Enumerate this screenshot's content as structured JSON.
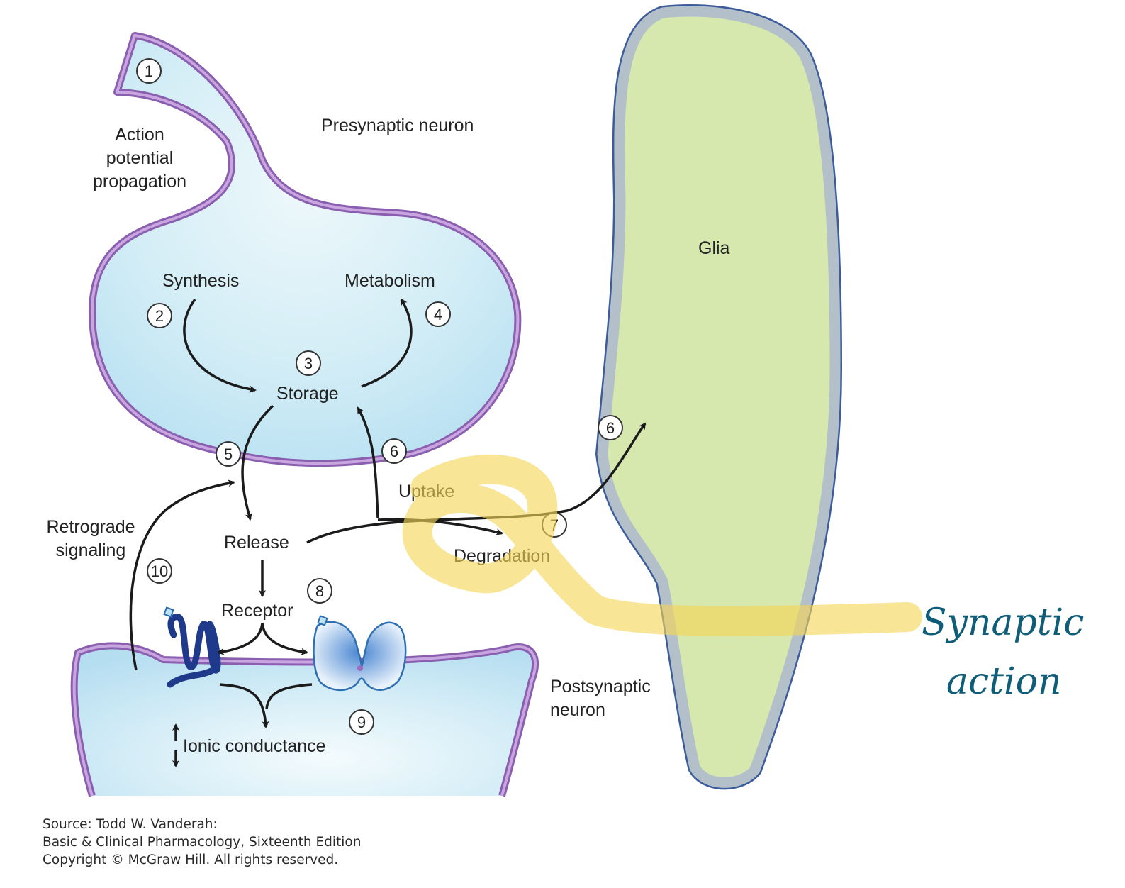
{
  "labels": {
    "presynaptic": "Presynaptic neuron",
    "action_potential": [
      "Action",
      "potential",
      "propagation"
    ],
    "synthesis": "Synthesis",
    "metabolism": "Metabolism",
    "storage": "Storage",
    "glia": "Glia",
    "uptake": "Uptake",
    "release": "Release",
    "degradation": "Degradation",
    "retrograde": [
      "Retrograde",
      "signaling"
    ],
    "receptor": "Receptor",
    "postsynaptic": [
      "Postsynaptic",
      "neuron"
    ],
    "ionic": "Ionic conductance"
  },
  "steps": {
    "s1": "1",
    "s2": "2",
    "s3": "3",
    "s4": "4",
    "s5": "5",
    "s6a": "6",
    "s6b": "6",
    "s7": "7",
    "s8": "8",
    "s9": "9",
    "s10": "10"
  },
  "annotation": [
    "Synaptic",
    "action"
  ],
  "source": [
    "Source: Todd W. Vanderah:",
    "Basic & Clinical Pharmacology, Sixteenth Edition",
    "Copyright © McGraw Hill. All rights reserved."
  ],
  "colors": {
    "membrane": "#a77bc4",
    "neuron_fill": "#c4e6f3",
    "glia_fill": "#d6e8ae",
    "glia_border": "#b3c0ca",
    "highlight": "#f5d555",
    "ink": "#0f5d78"
  }
}
